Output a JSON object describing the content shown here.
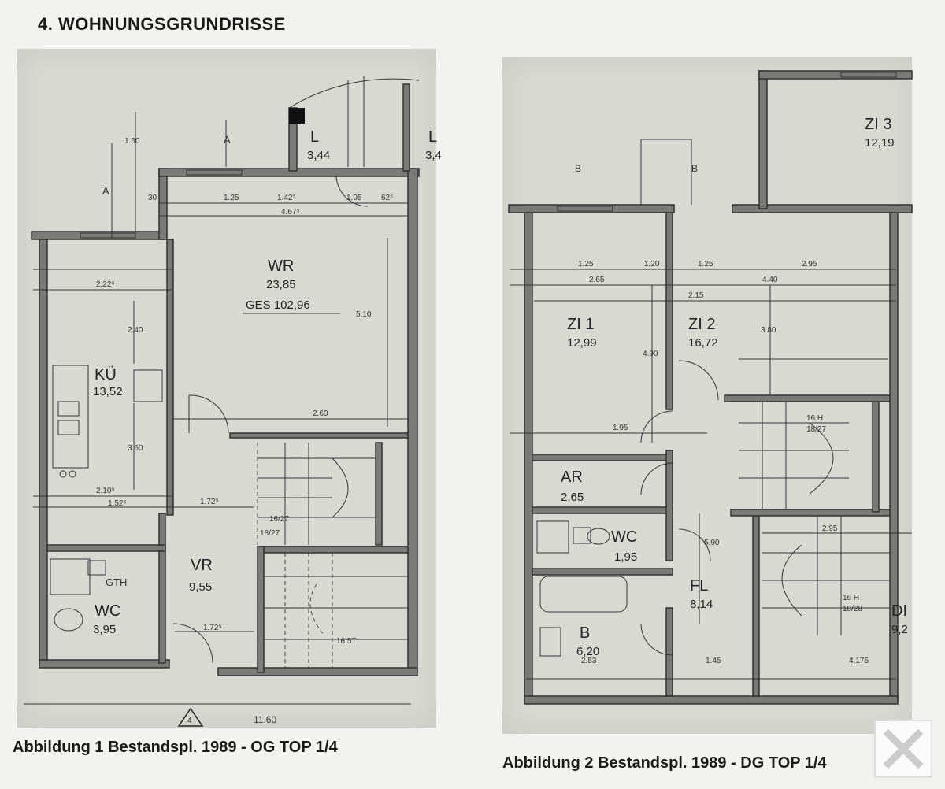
{
  "heading": "4.  WOHNUNGSGRUNDRISSE",
  "plan1": {
    "caption": "Abbildung 1 Bestandspl. 1989 - OG TOP 1/4",
    "rooms": {
      "wr_name": "WR",
      "wr_area": "23,85",
      "wr_total": "GES 102,96",
      "kue_name": "KÜ",
      "kue_area": "13,52",
      "vr_name": "VR",
      "vr_area": "9,55",
      "wc_name": "WC",
      "wc_area": "3,95",
      "l1_name": "L",
      "l1_area": "3,44",
      "l2_name": "L",
      "l2_area": "3,4",
      "gth": "GTH"
    },
    "dims": {
      "d1": "1.25",
      "d2": "1.42⁵",
      "d3": "1.05",
      "d4": "62⁵",
      "d5": "4.67⁵",
      "d6": "2.22⁵",
      "d7": "2.60",
      "d8": "1.72⁵",
      "d9": "2.10⁵",
      "d10": "1.52⁵",
      "d11": "11.60",
      "d12": "1.72⁵",
      "d13": "2.40",
      "d14": "3.60",
      "d15": "5.10",
      "d16": "16/27",
      "d17": "18/27",
      "d18": "16.5T",
      "d19": "1.60",
      "d20": "30"
    },
    "marks": {
      "a1": "A",
      "a2": "A",
      "entry": "4"
    }
  },
  "plan2": {
    "caption": "Abbildung 2 Bestandspl. 1989 - DG TOP 1/4",
    "rooms": {
      "zi1_name": "ZI 1",
      "zi1_area": "12,99",
      "zi2_name": "ZI 2",
      "zi2_area": "16,72",
      "zi3_name": "ZI 3",
      "zi3_area": "12,19",
      "ar_name": "AR",
      "ar_area": "2,65",
      "wc_name": "WC",
      "wc_area": "1,95",
      "fl_name": "FL",
      "fl_area": "8,14",
      "b_name": "B",
      "b_area": "6,20",
      "di_name": "DI",
      "di_area": "9,2"
    },
    "dims": {
      "d1": "1.25",
      "d2": "1.20",
      "d3": "1.25",
      "d4": "2.95",
      "d5": "2.65",
      "d6": "4.40",
      "d7": "2.15",
      "d8": "4.90",
      "d9": "3.80",
      "d10": "1.95",
      "d11": "16 H",
      "d12": "18/27",
      "d13": "16 H",
      "d14": "18/28",
      "d15": "2.95",
      "d16": "1.45",
      "d17": "4.175",
      "d18": "5.90",
      "d19": "2.53"
    },
    "marks": {
      "b1": "B",
      "b2": "B"
    }
  }
}
